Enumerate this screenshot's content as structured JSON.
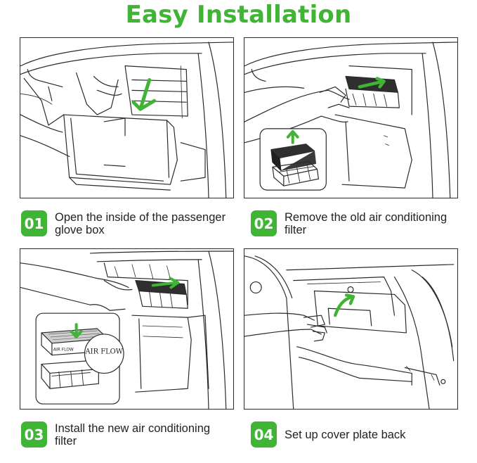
{
  "title": "Easy Installation",
  "colors": {
    "accent": "#3fb435",
    "line": "#2a2a2a",
    "filter_dark": "#2f2f2f"
  },
  "steps": [
    {
      "number": "01",
      "text": "Open the inside of the passenger glove box"
    },
    {
      "number": "02",
      "text": "Remove the old air conditioning filter"
    },
    {
      "number": "03",
      "text": "Install the new air conditioning filter"
    },
    {
      "number": "04",
      "text": "Set up cover plate back"
    }
  ],
  "filter_labels": {
    "airflow_small": "AIR FLOW↓",
    "airflow_large": "AIR FLOW↓"
  }
}
